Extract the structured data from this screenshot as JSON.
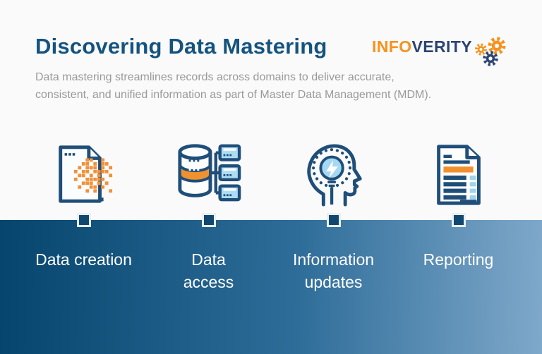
{
  "header": {
    "title": "Discovering Data Mastering",
    "subtitle": "Data mastering streamlines records across domains to deliver accurate,\nconsistent, and unified information as part of Master Data Management (MDM)."
  },
  "logo": {
    "name_part1": "INFO",
    "name_part2": "VERITY"
  },
  "steps": [
    {
      "label": "Data creation",
      "icon": "pixel-document-icon"
    },
    {
      "label": "Data\naccess",
      "icon": "database-network-icon"
    },
    {
      "label": "Information\nupdates",
      "icon": "head-lightbulb-icon"
    },
    {
      "label": "Reporting",
      "icon": "report-document-icon"
    }
  ],
  "colors": {
    "title_navy": "#15537f",
    "subtitle_gray": "#9a9a9a",
    "logo_orange": "#f6921e",
    "logo_navy": "#2b4374",
    "icon_navy": "#1f4e79",
    "icon_orange": "#f0913a",
    "icon_lightblue": "#a5d9f2",
    "band_gradient_start": "#06456d",
    "band_gradient_end": "#7fa8ca",
    "connector_navy": "#11486f"
  }
}
